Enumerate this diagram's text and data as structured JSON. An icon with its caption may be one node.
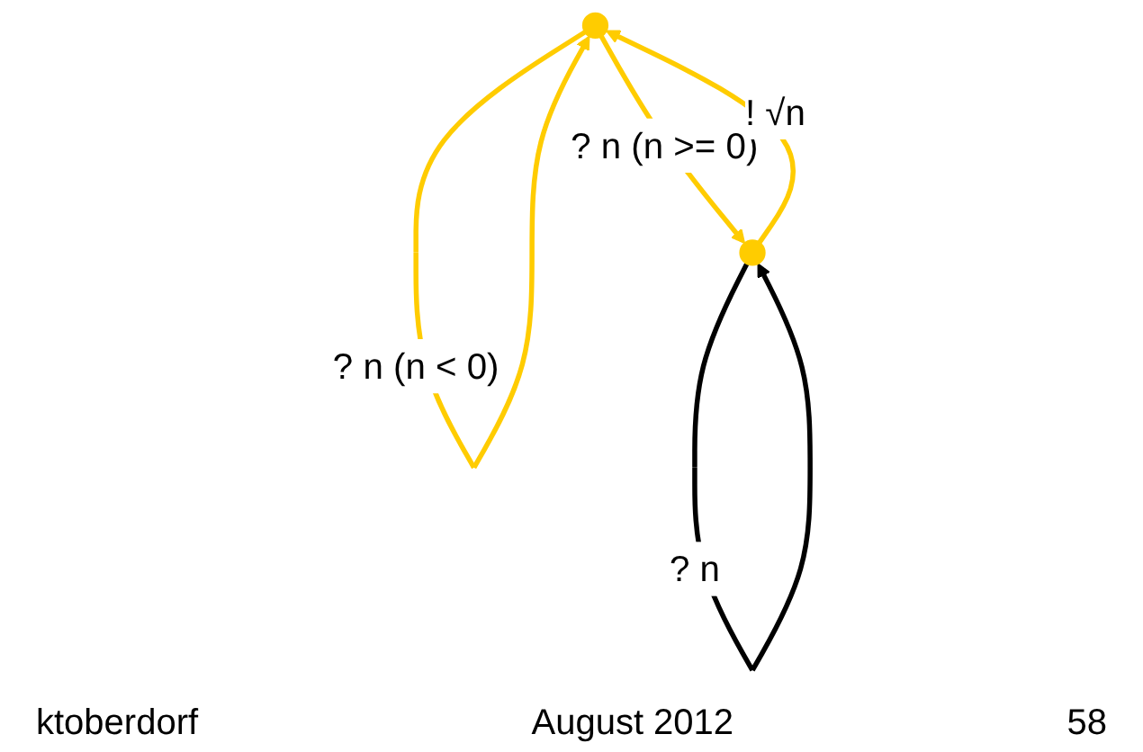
{
  "diagram": {
    "nodes": [
      {
        "text": [],
        "shape": "circle"
      },
      {
        "text": [],
        "shape": "circle"
      }
    ],
    "edges": [
      {
        "from": 0,
        "to": 0,
        "arrow": "to",
        "label": "? n (n < 0)"
      },
      {
        "from": 0,
        "to": 1,
        "arrow": "to",
        "label": "? n (n >= 0)"
      },
      {
        "from": 1,
        "to": 0,
        "arrow": "to",
        "label": "! √n"
      },
      {
        "from": 1,
        "to": 1,
        "arrow": "to",
        "label": "? n",
        "color": "#000000"
      }
    ],
    "labels": [
      "ktoberdorf",
      "August 2012",
      "58"
    ]
  }
}
